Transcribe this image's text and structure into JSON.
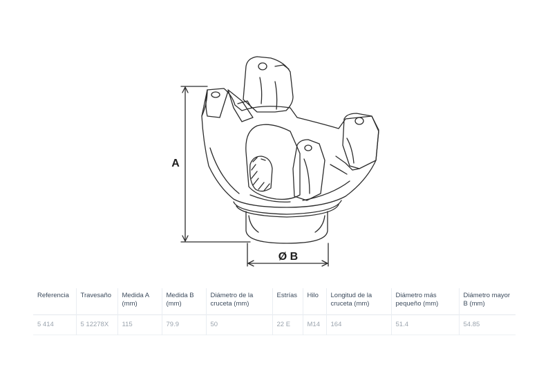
{
  "drawing": {
    "dimension_a_label": "A",
    "dimension_b_label": "Ø B"
  },
  "table": {
    "headers": [
      "Referencia",
      "Travesaño",
      "Medida A (mm)",
      "Medida B (mm)",
      "Diámetro de la cruceta (mm)",
      "Estrías",
      "Hilo",
      "Longitud de la cruceta (mm)",
      "Diámetro más pequeño (mm)",
      "Diámetro mayor B (mm)"
    ],
    "rows": [
      [
        "5 414",
        "5 12278X",
        "115",
        "79.9",
        "50",
        "22 E",
        "M14",
        "164",
        "51.4",
        "54.85"
      ]
    ]
  },
  "colors": {
    "line": "#2b2b2b",
    "header_text": "#3b4a5c",
    "cell_text": "#9aa3ad"
  }
}
